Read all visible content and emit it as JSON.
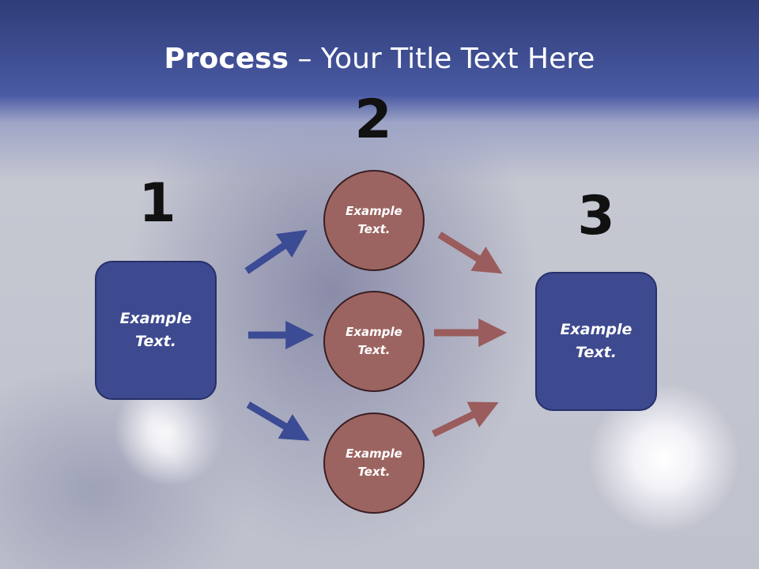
{
  "title": {
    "bold": "Process",
    "rest": " – Your Title Text Here"
  },
  "steps": [
    {
      "number": "1",
      "text": "Example Text."
    },
    {
      "number": "2",
      "text": "Example Text."
    },
    {
      "number": "3",
      "text": "Example Text."
    }
  ],
  "circles": [
    {
      "text": "Example Text."
    },
    {
      "text": "Example Text."
    },
    {
      "text": "Example Text."
    }
  ],
  "colors": {
    "box_fill": "#3e4a8f",
    "circle_fill": "#9c6461",
    "blue_arrow": "#3b4b94",
    "red_arrow": "#9a5c5c"
  }
}
